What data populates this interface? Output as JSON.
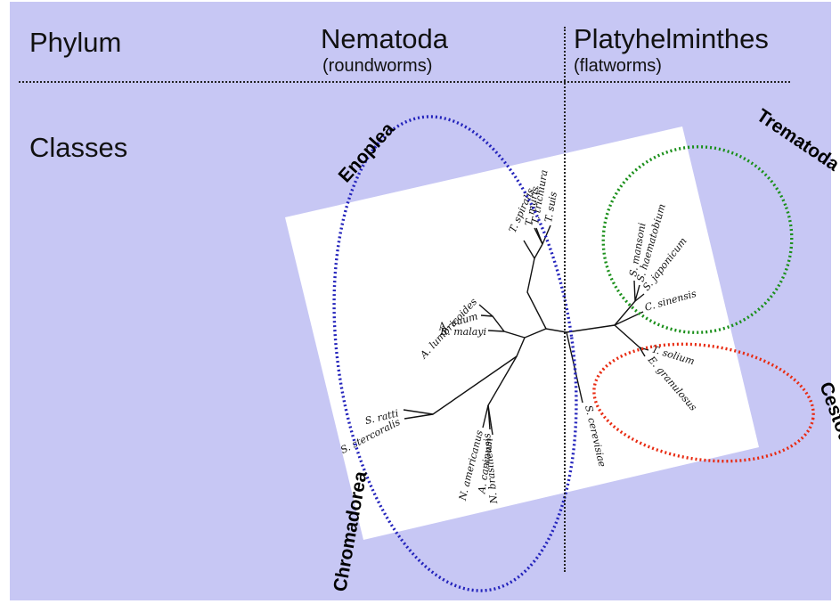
{
  "header": {
    "phylum_label": "Phylum",
    "classes_label": "Classes",
    "phyla": [
      {
        "name": "Nematoda",
        "common": "(roundworms)"
      },
      {
        "name": "Platyhelminthes",
        "common": "(flatworms)"
      }
    ]
  },
  "classes": {
    "enoplea": "Enoplea",
    "chromadorea": "Chromadorea",
    "trematoda": "Trematoda",
    "cestoda": "Cestoda"
  },
  "taxa": {
    "t_trichiura": "T. trichiura",
    "t_suis": "T. suis",
    "t_muris": "T. muris",
    "t_spiralis": "T. spiralis",
    "a_lumbricoides": "A. lumbricoides",
    "a_suum": "A. suum",
    "b_malayi": "B. malayi",
    "s_ratti": "S. ratti",
    "s_stercoralis": "S. stercoralis",
    "n_americanus": "N. americanus",
    "a_caninum": "A. caninum",
    "n_brasiliensis": "N. brasiliensis",
    "s_cerevisiae": "S. cerevisiae",
    "s_mansoni": "S. mansoni",
    "s_haematobium": "S. haematobium",
    "s_japonicum": "S. japonicum",
    "c_sinensis": "C. sinensis",
    "t_solium": "T. solium",
    "e_granulosus": "E. granulosus"
  },
  "colors": {
    "background": "#c7c7f4",
    "nematoda_ring": "#2222bb",
    "trematoda_ring": "#1a8f1a",
    "cestoda_ring": "#e82a10",
    "tree_panel": "#ffffff"
  }
}
